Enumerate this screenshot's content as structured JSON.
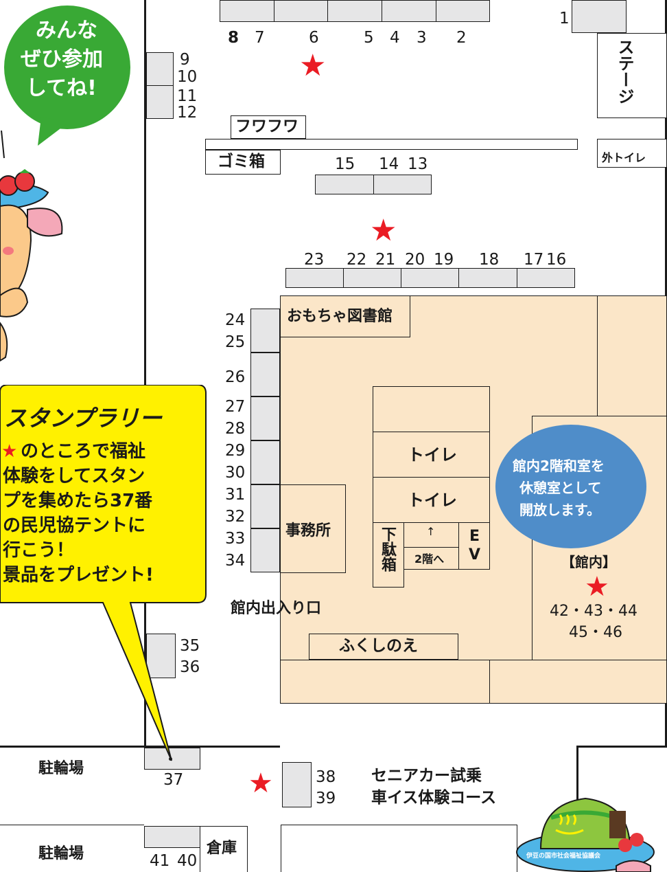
{
  "speech_bubble": {
    "line1": "みんな",
    "line2": "ぜひ参加",
    "line3": "してね!"
  },
  "stamp_rally": {
    "title": "スタンプラリー",
    "star": "★",
    "line1": "のところで福祉",
    "line2": "体験をしてスタン",
    "line3": "プを集めたら37番",
    "line4": "の民児協テントに",
    "line5": "行こう！",
    "line6": "景品をプレゼント!"
  },
  "labels": {
    "stage": "ステージ",
    "fuwafuwa": "フワフワ",
    "trash": "ゴミ箱",
    "outdoor_toilet": "外トイレ",
    "toy_library": "おもちゃ図書館",
    "toilet_1": "トイレ",
    "toilet_2": "トイレ",
    "shoe_box": "下駄箱",
    "arrow": "↑",
    "to_2f": "2階へ",
    "ev": "EV",
    "office": "事務所",
    "entrance": "館内出入り口",
    "fukushinoe": "ふくしのえ",
    "bike_parking_1": "駐輪場",
    "bike_parking_2": "駐輪場",
    "storage": "倉庫",
    "senior_car": "セニアカー試乗",
    "wheelchair": "車イス体験コース",
    "indoor": "【館内】",
    "indoor_nums_1": "42・43・44",
    "indoor_nums_2": "45・46",
    "rest_room_1": "館内2階和室を",
    "rest_room_2": "休憩室として",
    "rest_room_3": "開放します。",
    "logo": "伊豆の国市社会福祉協議会"
  },
  "numbers": {
    "n1": "1",
    "n2": "2",
    "n3": "3",
    "n4": "4",
    "n5": "5",
    "n6": "6",
    "n7": "7",
    "n8": "8",
    "n9": "9",
    "n10": "10",
    "n11": "11",
    "n12": "12",
    "n13": "13",
    "n14": "14",
    "n15": "15",
    "n16": "16",
    "n17": "17",
    "n18": "18",
    "n19": "19",
    "n20": "20",
    "n21": "21",
    "n22": "22",
    "n23": "23",
    "n24": "24",
    "n25": "25",
    "n26": "26",
    "n27": "27",
    "n28": "28",
    "n29": "29",
    "n30": "30",
    "n31": "31",
    "n32": "32",
    "n33": "33",
    "n34": "34",
    "n35": "35",
    "n36": "36",
    "n37": "37",
    "n38": "38",
    "n39": "39",
    "n40": "40",
    "n41": "41"
  },
  "colors": {
    "star": "#ea1c24",
    "building": "#fbe6c8",
    "booth": "#e6e6e7",
    "bubble_green": "#39a935",
    "callout_yellow": "#fff100",
    "circle_blue": "#4f8dc9"
  },
  "icons": {
    "star": "★"
  }
}
